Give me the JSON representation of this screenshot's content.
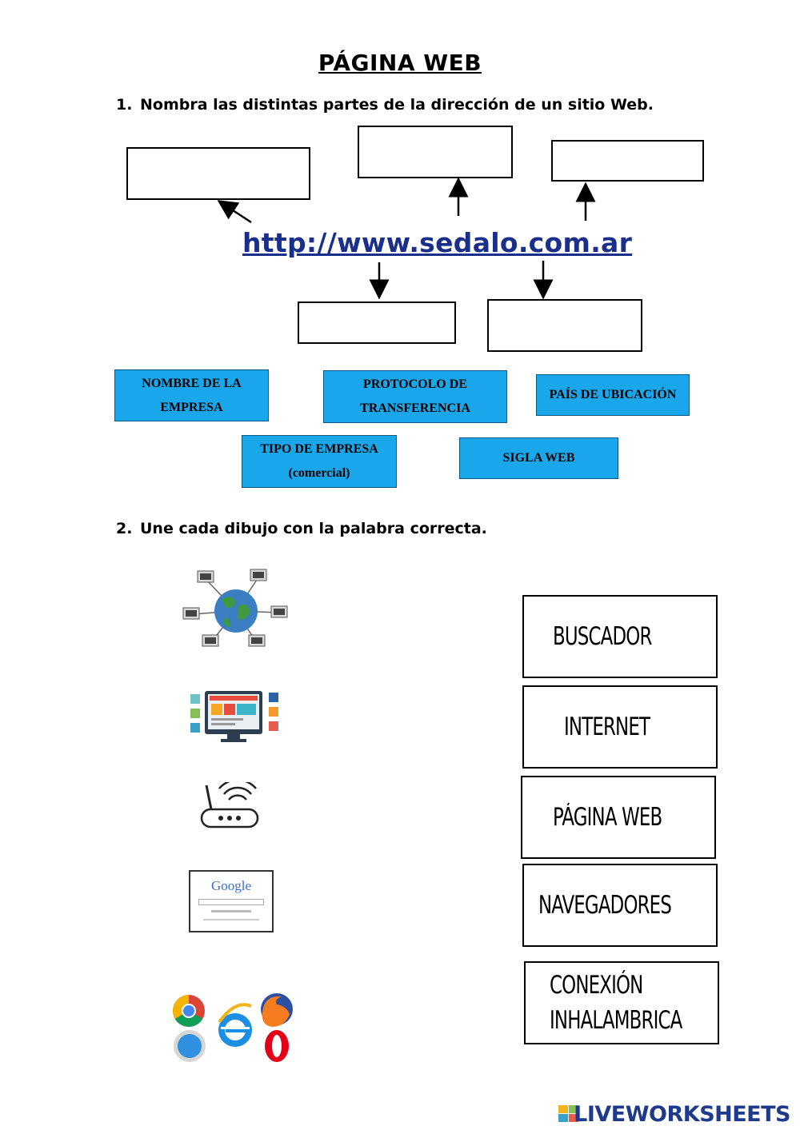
{
  "title": "PÁGINA WEB",
  "q1": {
    "number": "1.",
    "text": "Nombra las distintas partes de la dirección de un sitio Web.",
    "url": "http://www.sedalo.com.ar"
  },
  "chips": {
    "nombre": "NOMBRE DE LA EMPRESA",
    "protocolo": "PROTOCOLO DE TRANSFERENCIA",
    "pais": "PAÍS DE UBICACIÓN",
    "tipo": "TIPO DE EMPRESA (comercial)",
    "sigla": "SIGLA WEB"
  },
  "q2": {
    "number": "2.",
    "text": "Une cada dibujo con la palabra correcta."
  },
  "images": {
    "network": "globe-network-icon",
    "webpage": "webpage-layout-icon",
    "router": "wifi-router-icon",
    "search": "google-search-icon",
    "browsers": "browser-logos-icon",
    "google_label": "Google"
  },
  "words": [
    "BUSCADOR",
    "INTERNET",
    "PÁGINA WEB",
    "NAVEGADORES",
    "CONEXIÓN\nINHALAMBRICA"
  ],
  "brand": "LIVEWORKSHEETS",
  "colors": {
    "chip": "#1aa6ea",
    "url": "#1a2f8c",
    "brand": "#1f3a8a"
  }
}
